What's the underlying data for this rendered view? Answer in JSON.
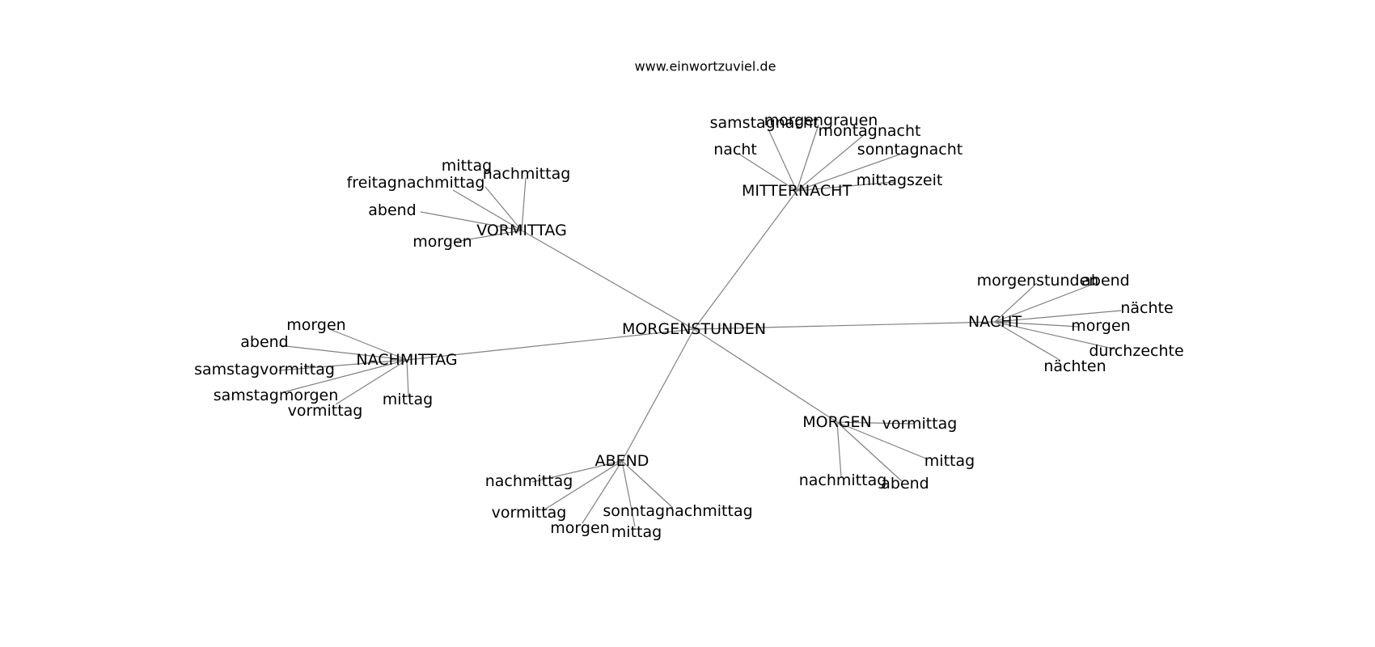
{
  "site": "www.einwortzuviel.de",
  "root": {
    "label": "MORGENSTUNDEN",
    "clusters": [
      {
        "label": "VORMITTAG",
        "children": [
          "mittag",
          "nachmittag",
          "freitagnachmittag",
          "abend",
          "morgen"
        ]
      },
      {
        "label": "MITTERNACHT",
        "children": [
          "samstagnacht",
          "morgengrauen",
          "montagnacht",
          "nacht",
          "sonntagnacht",
          "mittagszeit"
        ]
      },
      {
        "label": "NACHT",
        "children": [
          "morgenstunden",
          "abend",
          "nächte",
          "morgen",
          "durchzechte",
          "nächten"
        ]
      },
      {
        "label": "NACHMITTAG",
        "children": [
          "morgen",
          "abend",
          "samstagvormittag",
          "samstagmorgen",
          "vormittag",
          "mittag"
        ]
      },
      {
        "label": "MORGEN",
        "children": [
          "vormittag",
          "mittag",
          "nachmittag",
          "abend"
        ]
      },
      {
        "label": "ABEND",
        "children": [
          "nachmittag",
          "vormittag",
          "morgen",
          "mittag",
          "sonntagnachmittag"
        ]
      }
    ]
  }
}
